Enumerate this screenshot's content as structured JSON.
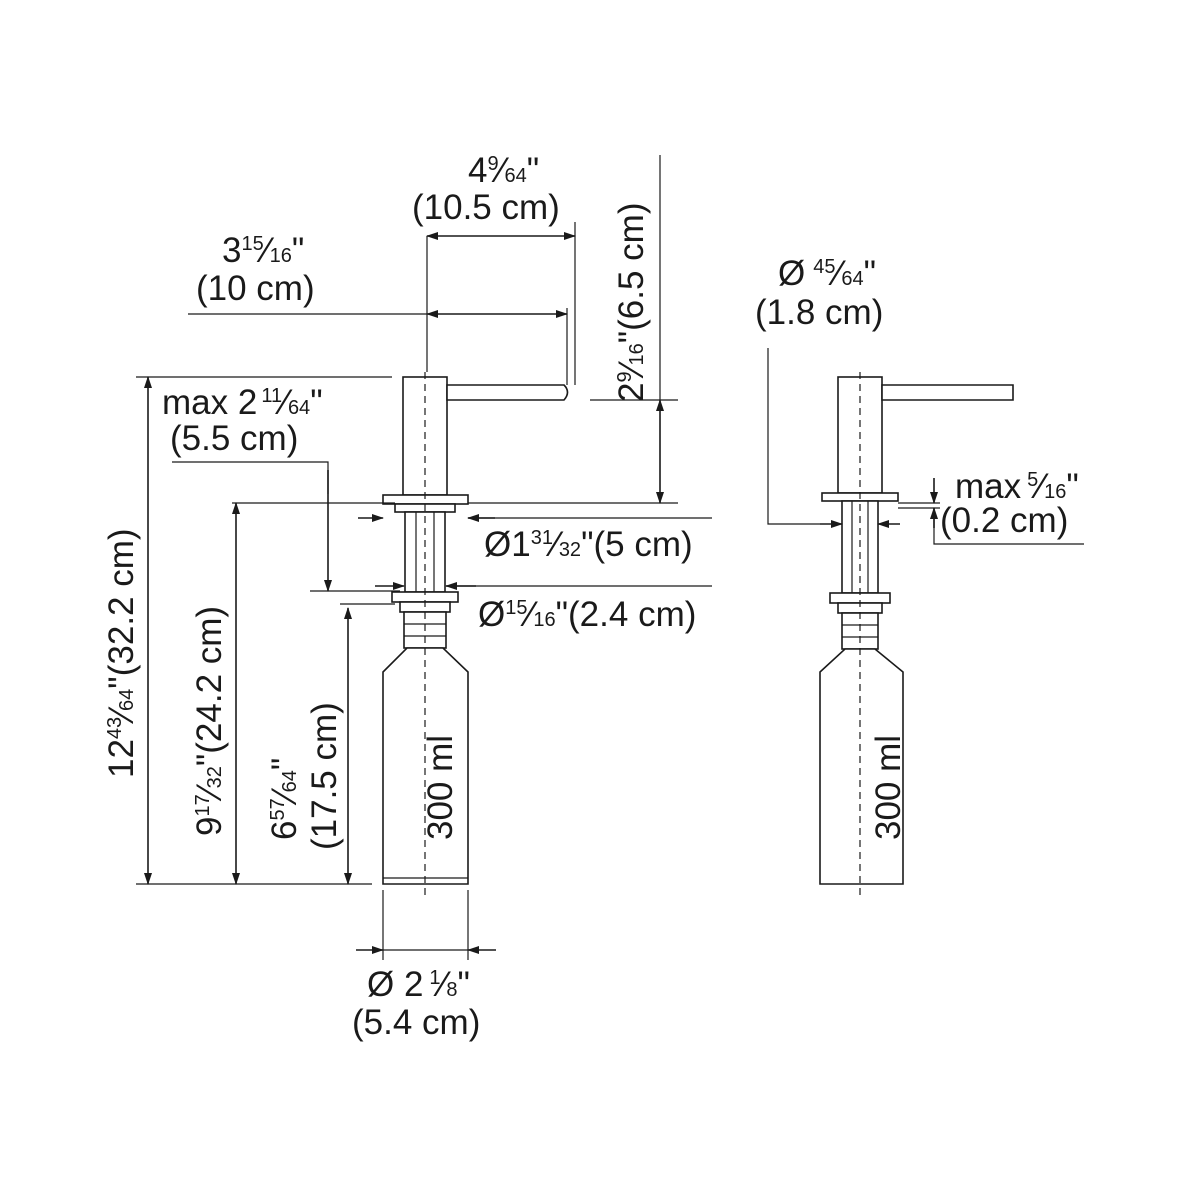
{
  "dims": {
    "spout_reach": {
      "inch_whole": "4",
      "inch_num": "9",
      "inch_den": "64",
      "inch_mark": "\"",
      "metric": "(10.5 cm)"
    },
    "spout_to_axis": {
      "inch_whole": "3",
      "inch_num": "15",
      "inch_den": "16",
      "inch_mark": "\"",
      "metric": "(10 cm)"
    },
    "spout_height": {
      "inch_whole": "2",
      "inch_num": "9",
      "inch_den": "16",
      "inch_mark": "\"",
      "metric": "(6.5 cm)"
    },
    "max_deck": {
      "prefix": "max 2",
      "inch_num": "11",
      "inch_den": "64",
      "inch_mark": "\"",
      "metric": "(5.5 cm)"
    },
    "flange_dia": {
      "prefix": "Ø1",
      "inch_num": "31",
      "inch_den": "32",
      "inch_mark": "\"",
      "metric": "(5 cm)"
    },
    "shank_dia": {
      "prefix": "Ø",
      "inch_num": "15",
      "inch_den": "16",
      "inch_mark": "\"",
      "metric": "(2.4 cm)"
    },
    "total_height": {
      "inch_whole": "12",
      "inch_num": "43",
      "inch_den": "64",
      "inch_mark": "\"",
      "metric": "(32.2 cm)"
    },
    "below_deck": {
      "inch_whole": "9",
      "inch_num": "17",
      "inch_den": "32",
      "inch_mark": "\"",
      "metric": "(24.2 cm)"
    },
    "bottle_height": {
      "inch_whole": "6",
      "inch_num": "57",
      "inch_den": "64",
      "inch_mark": "\"",
      "metric": "(17.5 cm)"
    },
    "bottle_dia": {
      "prefix": "Ø 2",
      "inch_num": "1",
      "inch_den": "8",
      "inch_mark": "\"",
      "metric": "(5.4 cm)"
    },
    "hole_dia": {
      "prefix": "Ø",
      "inch_num": "45",
      "inch_den": "64",
      "inch_mark": "\"",
      "metric": "(1.8 cm)"
    },
    "max_thick": {
      "prefix": "max",
      "inch_num": "5",
      "inch_den": "16",
      "inch_mark": "\"",
      "metric": "(0.2 cm)"
    }
  },
  "bottle_label_left": "300 ml",
  "bottle_label_right": "300 ml",
  "colors": {
    "line": "#1a1a1a",
    "background": "#ffffff"
  }
}
